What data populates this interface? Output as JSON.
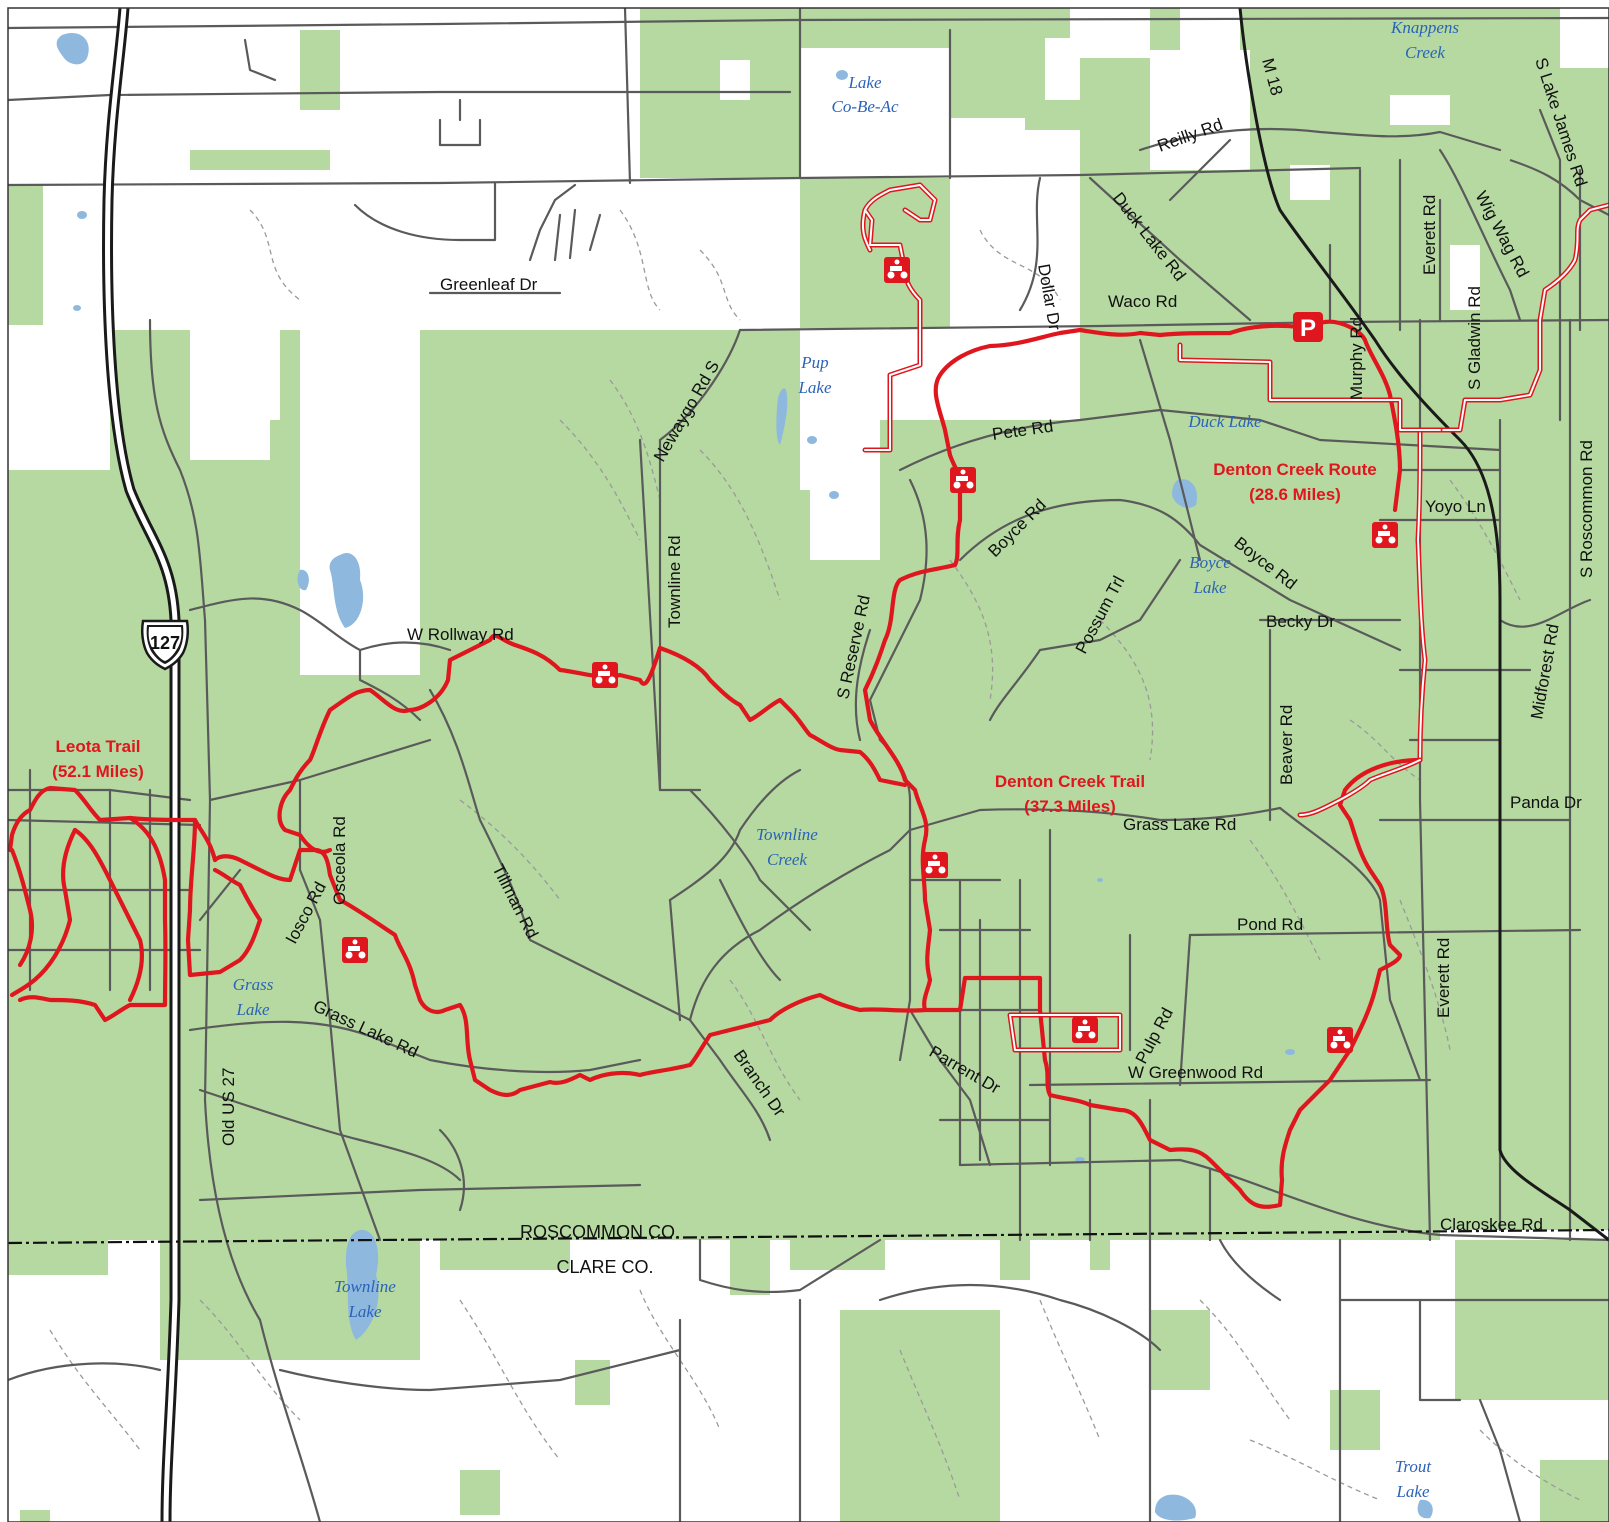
{
  "colors": {
    "state_land": "#b5d9a0",
    "private_land": "#ffffff",
    "water": "#8fb8de",
    "water_label": "#2b63b6",
    "road": "#5a5a5a",
    "two_track": "#9a9a9a",
    "highway": "#1a1a1a",
    "trail": "#e0161e",
    "county_line": "#111111"
  },
  "shield": {
    "route": "127"
  },
  "trails": [
    {
      "name": "Leota Trail",
      "length": "(52.1 Miles)"
    },
    {
      "name": "Denton Creek Trail",
      "length": "(37.3 Miles)"
    },
    {
      "name": "Denton Creek Route",
      "length": "(28.6 Miles)"
    }
  ],
  "water_labels": [
    "Knappens",
    "Creek",
    "Lake",
    "Co-Be-Ac",
    "Pup",
    "Lake",
    "Duck Lake",
    "Boyce",
    "Lake",
    "Townline",
    "Creek",
    "Grass",
    "Lake",
    "Townline",
    "Lake",
    "Trout",
    "Lake"
  ],
  "road_labels": {
    "m18": "M 18",
    "reilly": "Reilly Rd",
    "duck_lake": "Duck Lake Rd",
    "s_lake_james": "S Lake James Rd",
    "everett_n": "Everett Rd",
    "wig_wag": "Wig Wag Rd",
    "s_gladwin": "S Gladwin Rd",
    "greenleaf": "Greenleaf Dr",
    "waco": "Waco Rd",
    "dollar": "Dollar Dr",
    "murphy": "Murphy Rd",
    "newaygo": "Newaygo Rd S",
    "pete": "Pete Rd",
    "s_roscommon": "S Roscommon Rd",
    "yoyo": "Yoyo Ln",
    "boyce_w": "Boyce Rd",
    "boyce_e": "Boyce Rd",
    "townline": "Townline Rd",
    "s_reserve": "S Reserve Rd",
    "possum": "Possum Trl",
    "becky": "Becky Dr",
    "w_rollway": "W Rollway Rd",
    "midforest": "Midforest Rd",
    "beaver": "Beaver Rd",
    "panda": "Panda Dr",
    "osceola": "Osceola Rd",
    "tillman": "Tillman Rd",
    "grass_lake_e": "Grass Lake Rd",
    "iosco": "Iosco Rd",
    "pond": "Pond Rd",
    "pulp": "Pulp Rd",
    "everett_s": "Everett Rd",
    "grass_lake_w": "Grass Lake Rd",
    "branch": "Branch Dr",
    "parrent": "Parrent Dr",
    "w_greenwood": "W Greenwood Rd",
    "old_us27": "Old US 27",
    "claroskee": "Claroskee Rd"
  },
  "counties": {
    "north": "ROSCOMMON CO.",
    "south": "CLARE CO."
  },
  "parking": {
    "symbol": "P"
  }
}
